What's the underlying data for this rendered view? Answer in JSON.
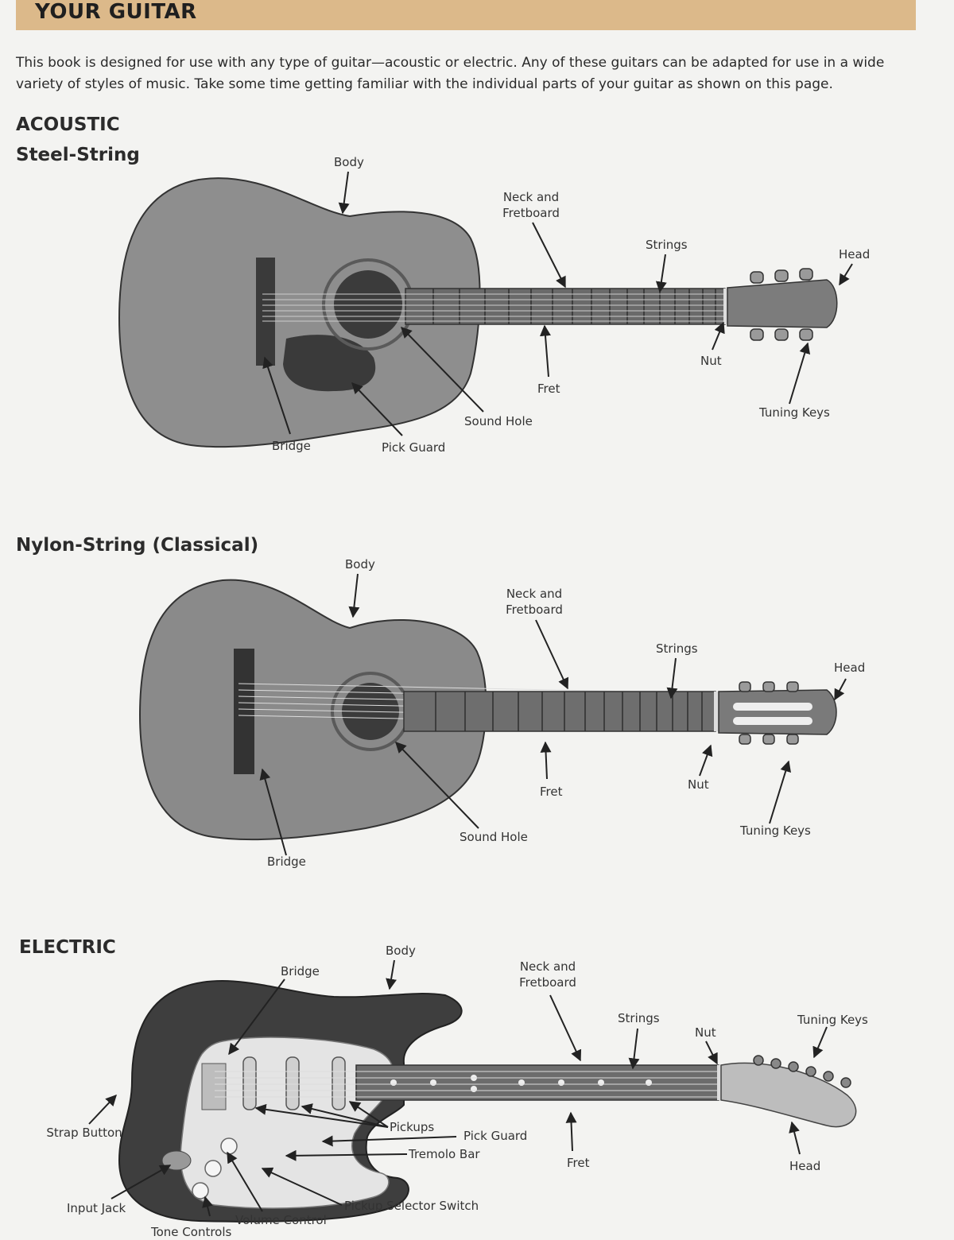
{
  "header": {
    "title": "YOUR GUITAR"
  },
  "intro": "This book is designed for use with any type of guitar—acoustic or electric. Any of these guitars can be adapted for use in a wide variety of styles of music. Take some time getting familiar with the individual parts of your guitar as shown on this page.",
  "acoustic": {
    "heading": "ACOUSTIC",
    "subheading": "Steel-String",
    "labels": {
      "body": "Body",
      "neck": "Neck and Fretboard",
      "strings": "Strings",
      "head": "Head",
      "nut": "Nut",
      "fret": "Fret",
      "tuning_keys": "Tuning Keys",
      "sound_hole": "Sound Hole",
      "pick_guard": "Pick Guard",
      "bridge": "Bridge"
    }
  },
  "classical": {
    "heading": "Nylon-String (Classical)",
    "labels": {
      "body": "Body",
      "neck": "Neck and Fretboard",
      "strings": "Strings",
      "head": "Head",
      "nut": "Nut",
      "fret": "Fret",
      "tuning_keys": "Tuning Keys",
      "sound_hole": "Sound Hole",
      "bridge": "Bridge"
    }
  },
  "electric": {
    "heading": "ELECTRIC",
    "labels": {
      "body": "Body",
      "bridge": "Bridge",
      "neck": "Neck and Fretboard",
      "strings": "Strings",
      "nut": "Nut",
      "tuning_keys": "Tuning Keys",
      "strap_button": "Strap Button",
      "pickups": "Pickups",
      "pick_guard": "Pick Guard",
      "tremolo_bar": "Tremolo Bar",
      "fret": "Fret",
      "head": "Head",
      "input_jack": "Input Jack",
      "volume_control": "Volume Control",
      "pickup_selector": "Pickup Selector Switch",
      "tone_controls": "Tone Controls"
    }
  }
}
